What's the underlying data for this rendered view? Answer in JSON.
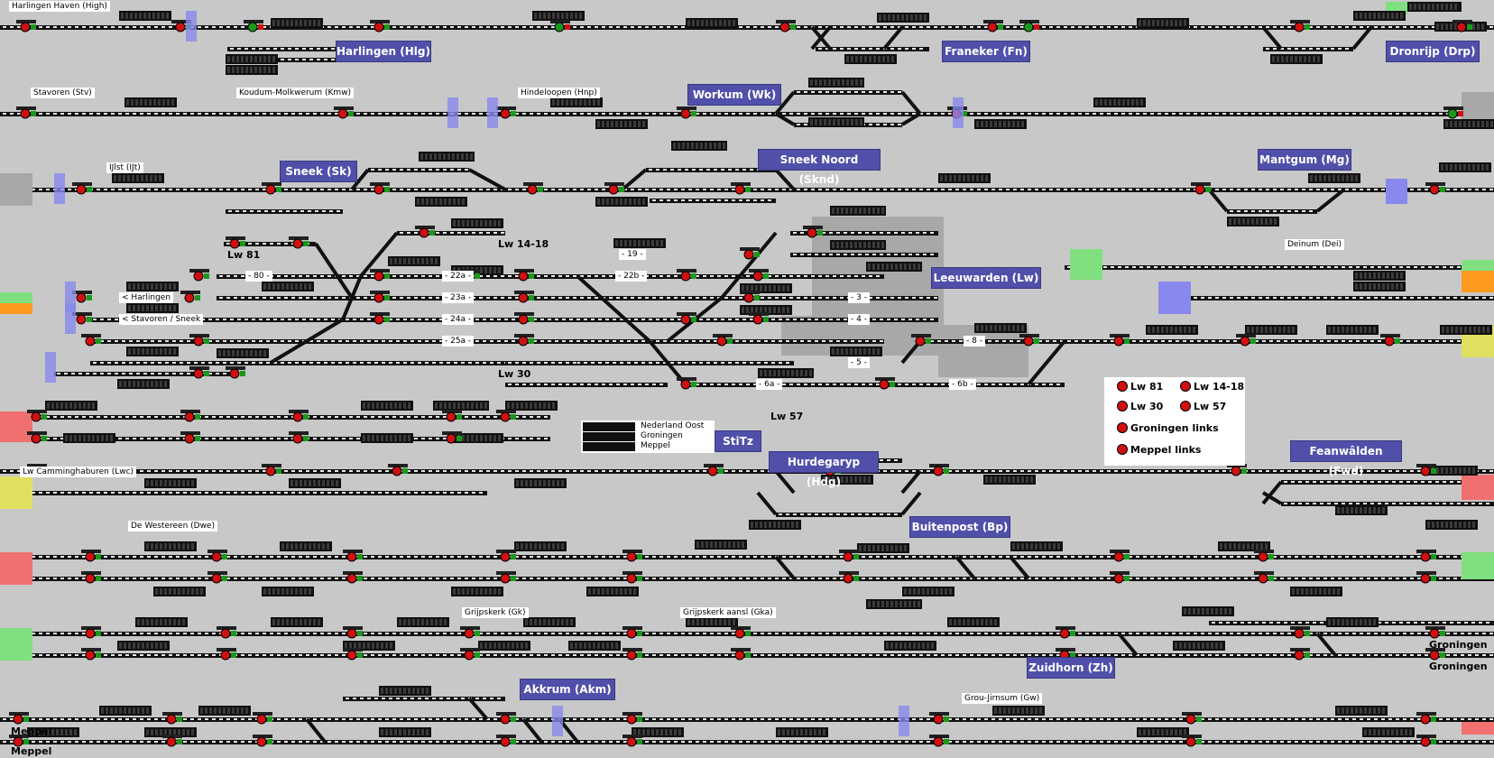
{
  "colors": {
    "background": "#c8c8c8",
    "track": "#101010",
    "station_box": "#5050aa",
    "signal_red": "#d01010",
    "signal_green": "#1a9a1a",
    "block_black": "#101010",
    "platform_gray": "#a8a8a8",
    "edge_green": "#80e080",
    "edge_red": "#f07070",
    "edge_yellow": "#e0e060",
    "edge_orange": "#ff9a20",
    "edge_blue": "#8888ee"
  },
  "stations": [
    {
      "id": "hlg",
      "label": "Harlingen (Hlg)"
    },
    {
      "id": "fn",
      "label": "Franeker (Fn)"
    },
    {
      "id": "drp",
      "label": "Dronrijp (Drp)"
    },
    {
      "id": "wk",
      "label": "Workum (Wk)"
    },
    {
      "id": "sk",
      "label": "Sneek (Sk)"
    },
    {
      "id": "sknd",
      "label": "Sneek Noord (Sknd)"
    },
    {
      "id": "mg",
      "label": "Mantgum (Mg)"
    },
    {
      "id": "lw",
      "label": "Leeuwarden (Lw)"
    },
    {
      "id": "stitz",
      "label": "StiTz"
    },
    {
      "id": "hdg",
      "label": "Hurdegaryp (Hdg)"
    },
    {
      "id": "fwd",
      "label": "Feanwâlden (Fwd)"
    },
    {
      "id": "bp",
      "label": "Buitenpost (Bp)"
    },
    {
      "id": "zh",
      "label": "Zuidhorn (Zh)"
    },
    {
      "id": "akm",
      "label": "Akkrum (Akm)"
    }
  ],
  "small_labels": [
    {
      "id": "high",
      "text": "Harlingen Haven (High)"
    },
    {
      "id": "stv",
      "text": "Stavoren (Stv)"
    },
    {
      "id": "kmw",
      "text": "Koudum-Molkwerum (Kmw)"
    },
    {
      "id": "hnp",
      "text": "Hindeloopen (Hnp)"
    },
    {
      "id": "ijt",
      "text": "IJlst (IJt)"
    },
    {
      "id": "dei",
      "text": "Deinum (Dei)"
    },
    {
      "id": "lwc",
      "text": "Lw Camminghaburen (Lwc)"
    },
    {
      "id": "dwe",
      "text": "De Westereen (Dwe)"
    },
    {
      "id": "gk",
      "text": "Grijpskerk (Gk)"
    },
    {
      "id": "gka",
      "text": "Grijpskerk aansl (Gka)"
    },
    {
      "id": "gw",
      "text": "Grou-Jirnsum (Gw)"
    }
  ],
  "lw_labels": {
    "lw81": "Lw 81",
    "lw1418": "Lw 14-18",
    "lw30": "Lw 30",
    "lw57": "Lw 57",
    "harlingen": "< Harlingen",
    "stavoren": "< Stavoren / Sneek"
  },
  "track_numbers": {
    "t19": "- 19 -",
    "t22a": "- 22a -",
    "t22b": "- 22b -",
    "t23a": "- 23a -",
    "t24a": "- 24a -",
    "t25a": "- 25a -",
    "t80": "- 80 -",
    "t3": "- 3 -",
    "t4": "- 4 -",
    "t5": "- 5 -",
    "t6a": "- 6a -",
    "t6b": "- 6b -",
    "t8": "- 8 -"
  },
  "stitz_panel": {
    "rows": [
      "Nederland Oost",
      "Groningen",
      "Meppel"
    ]
  },
  "legend": {
    "items": [
      "Lw 81",
      "Lw 14-18",
      "Lw 30",
      "Lw 57",
      "Groningen links",
      "Meppel links"
    ]
  },
  "end_labels": {
    "groningen1": "Groningen",
    "groningen2": "Groningen",
    "meppel1": "Meppel",
    "meppel2": "Meppel"
  }
}
